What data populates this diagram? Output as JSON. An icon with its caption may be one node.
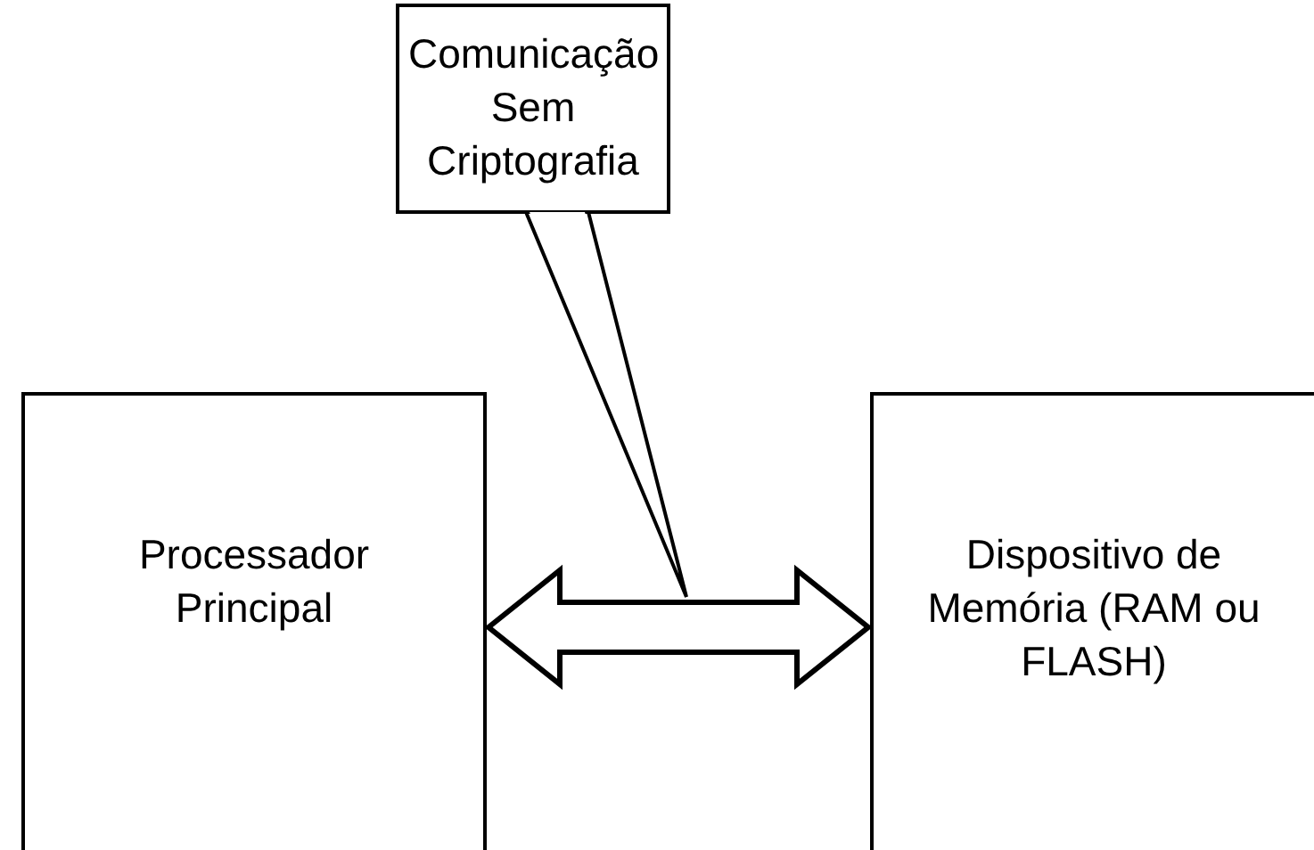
{
  "diagram": {
    "nodes": [
      {
        "text": [
          "Processador Principal"
        ]
      },
      {
        "text": [
          "Dispositivo de Memória (RAM ou FLASH)"
        ]
      },
      {
        "text": [
          "Comunicação Sem Criptografia"
        ]
      }
    ],
    "edges": [
      {
        "from": 0,
        "to": 1,
        "arrow": "both",
        "style": "thick"
      },
      {
        "from": 2,
        "to": null,
        "arrow": "none"
      }
    ]
  }
}
